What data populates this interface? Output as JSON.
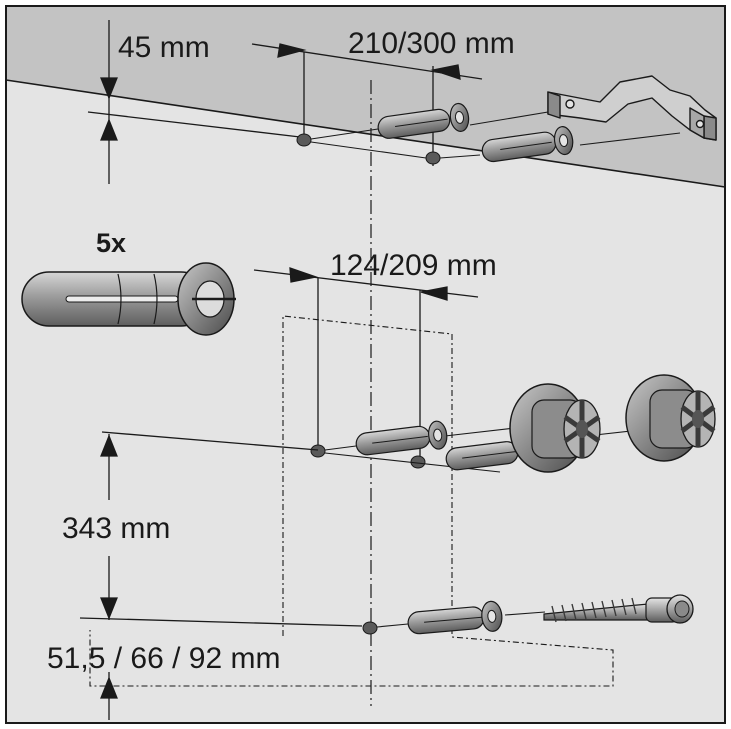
{
  "labels": {
    "ceiling_offset": "45 mm",
    "top_spacing": "210/300 mm",
    "quantity": "5x",
    "middle_spacing": "124/209 mm",
    "vertical_distance": "343 mm",
    "bottom_offsets": "51,5 / 66 / 92 mm"
  },
  "colors": {
    "wall": "#e4e4e4",
    "ceiling": "#c3c3c3",
    "line": "#1a1a1a",
    "part_fill": "#9a9a9a",
    "part_dark": "#5a5a5a"
  }
}
